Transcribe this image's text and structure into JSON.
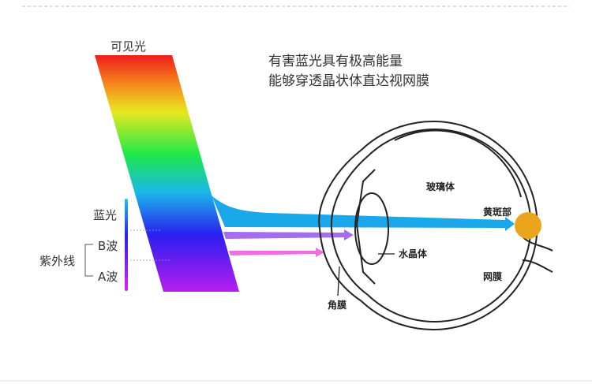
{
  "heading": {
    "line1": "有害蓝光具有极高能量",
    "line2": "能够穿透晶状体直达视网膜"
  },
  "spectrum": {
    "title": "可见光",
    "blue_light": "蓝光",
    "uvb": "B波",
    "uva": "A波",
    "uv": "紫外线"
  },
  "eye_labels": {
    "vitreous": "玻璃体",
    "macula": "黄斑部",
    "lens": "水晶体",
    "retina": "网膜",
    "cornea": "角膜"
  },
  "colors": {
    "blue_beam": "#1aa8ea",
    "uvb_beam": "#a66cf0",
    "uva_beam": "#ee6fe0",
    "macula": "#eaa51c"
  }
}
